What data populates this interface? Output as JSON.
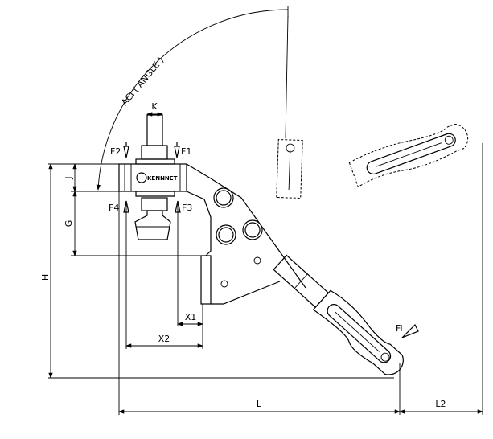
{
  "drawing": {
    "title": "Toggle clamp dimension drawing",
    "brand_mark": "KENNNET",
    "labels": {
      "angle": "ACI ( ANGLE )",
      "K": "K",
      "J": "J",
      "G": "G",
      "H": "H",
      "X1": "X1",
      "X2": "X2",
      "L": "L",
      "L2": "L2",
      "F1": "F1",
      "F2": "F2",
      "F3": "F3",
      "F4": "F4",
      "Fi": "Fi"
    }
  }
}
